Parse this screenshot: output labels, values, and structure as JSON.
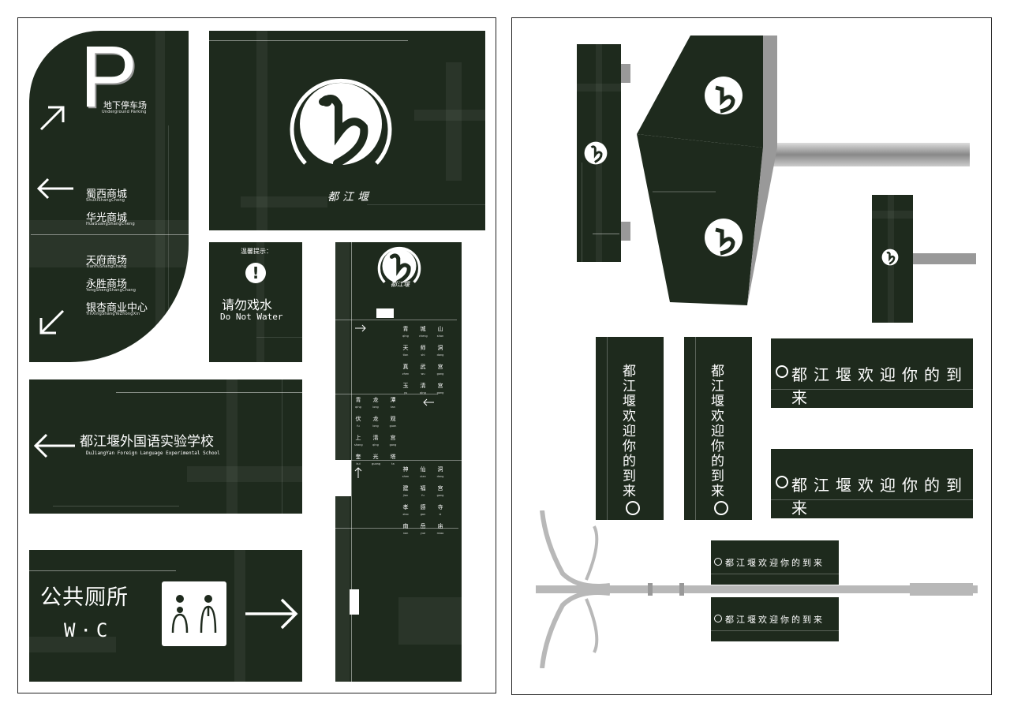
{
  "parking": {
    "letter": "P",
    "title": "地下停车场",
    "subtitle": "Underground Parking",
    "groups": [
      [
        {
          "name": "蜀西商城",
          "pinyin": "ShuXiShangCheng"
        },
        {
          "name": "华光商城",
          "pinyin": "HuaGuangShangCheng"
        }
      ],
      [
        {
          "name": "天府商场",
          "pinyin": "TianFuShangChang"
        },
        {
          "name": "永胜商场",
          "pinyin": "YongShengShangChang"
        },
        {
          "name": "银杏商业中心",
          "pinyin": "YinXingShangYeZhongXin"
        }
      ]
    ]
  },
  "logo": {
    "caption": "都江堰"
  },
  "warning": {
    "header": "温馨提示：",
    "cn": "请勿戏水",
    "en": "Do Not Water"
  },
  "school": {
    "cn": "都江堰外国语实验学校",
    "en": "DuJiangYan Foreign Language Experimental School"
  },
  "wc": {
    "cn": "公共厕所",
    "en": "W·C"
  },
  "directory": {
    "blocks": [
      {
        "rows": [
          [
            "青",
            "城",
            "山"
          ],
          [
            "天",
            "师",
            "洞"
          ],
          [
            "真",
            "武",
            "宫"
          ],
          [
            "玉",
            "清",
            "宫"
          ]
        ],
        "pinyin": [
          [
            "qing",
            "cheng",
            "shan"
          ],
          [
            "tian",
            "shi",
            "dong"
          ],
          [
            "zhen",
            "wu",
            "gong"
          ],
          [
            "yu",
            "qing",
            "gong"
          ]
        ]
      },
      {
        "rows": [
          [
            "青",
            "龙",
            "潭"
          ],
          [
            "伏",
            "龙",
            "观"
          ],
          [
            "上",
            "清",
            "宫"
          ],
          [
            "奎",
            "光",
            "塔"
          ]
        ],
        "pinyin": [
          [
            "qing",
            "long",
            "tan"
          ],
          [
            "fu",
            "long",
            "guan"
          ],
          [
            "shang",
            "qing",
            "gong"
          ],
          [
            "kui",
            "guang",
            "ta"
          ]
        ]
      },
      {
        "rows": [
          [
            "神",
            "仙",
            "洞"
          ],
          [
            "建",
            "福",
            "宫"
          ],
          [
            "孝",
            "感",
            "寺"
          ],
          [
            "南",
            "岳",
            "庙"
          ]
        ],
        "pinyin": [
          [
            "shen",
            "xian",
            "dong"
          ],
          [
            "jian",
            "fu",
            "gong"
          ],
          [
            "xiao",
            "gan",
            "si"
          ],
          [
            "nan",
            "yue",
            "miao"
          ]
        ]
      }
    ]
  },
  "banner": {
    "text": "都江堰欢迎你的到来"
  },
  "colors": {
    "panel": "#1e2a1d",
    "pole": "#b8b8b8",
    "line": "#ffffff"
  }
}
